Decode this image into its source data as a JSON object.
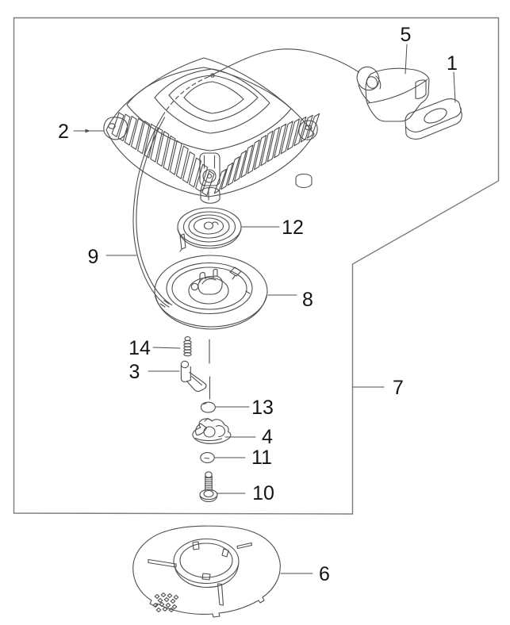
{
  "diagram": {
    "callouts": [
      {
        "label": "1"
      },
      {
        "label": "2"
      },
      {
        "label": "3"
      },
      {
        "label": "4"
      },
      {
        "label": "5"
      },
      {
        "label": "6"
      },
      {
        "label": "7"
      },
      {
        "label": "8"
      },
      {
        "label": "9"
      },
      {
        "label": "10"
      },
      {
        "label": "11"
      },
      {
        "label": "12"
      },
      {
        "label": "13"
      },
      {
        "label": "14"
      }
    ]
  },
  "colors": {
    "background": "#ffffff",
    "line": "#4d4d4d",
    "border": "#7c7c7c",
    "label_text": "#141414"
  }
}
